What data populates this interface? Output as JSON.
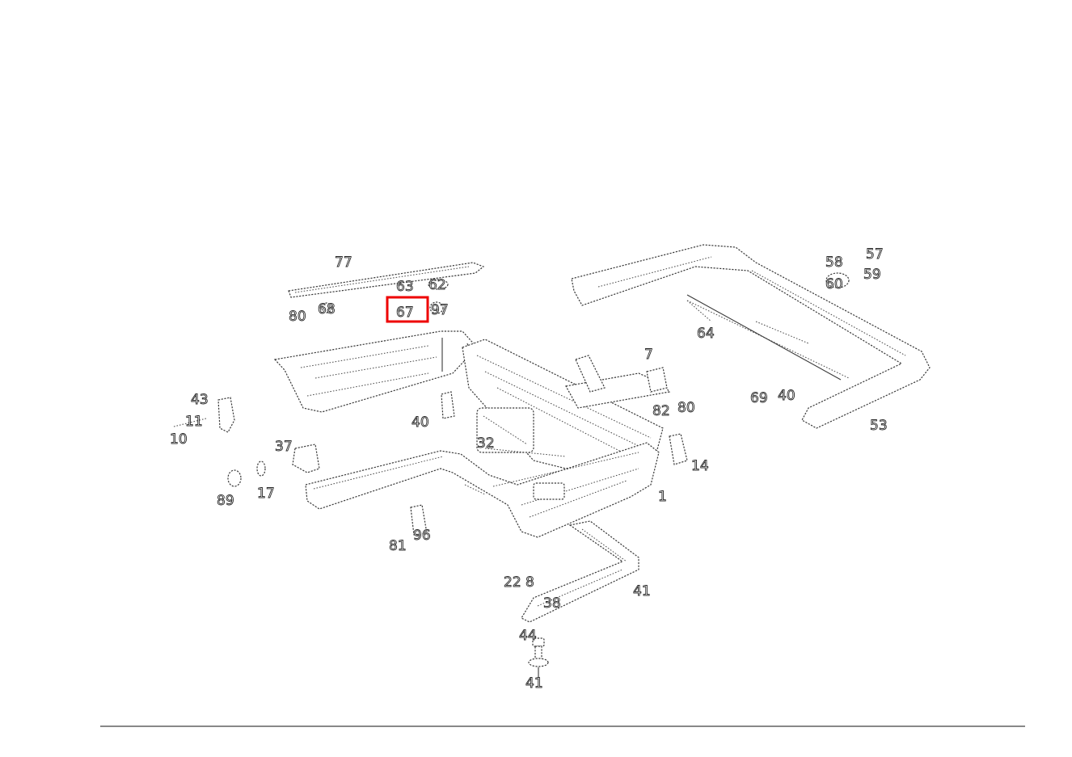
{
  "highlight_color": "#ee0000",
  "highlighted_callout": "67",
  "callouts": {
    "c77": "77",
    "c63": "63",
    "c62": "62",
    "c80a": "80",
    "c68": "68",
    "c67": "67",
    "c97": "97",
    "c58": "58",
    "c57": "57",
    "c60": "60",
    "c59": "59",
    "c64": "64",
    "c69": "69",
    "c40a": "40",
    "c53": "53",
    "c7": "7",
    "c82": "82",
    "c80b": "80",
    "c43": "43",
    "c11": "11",
    "c10": "10",
    "c40b": "40",
    "c32": "32",
    "c37": "37",
    "c17": "17",
    "c89": "89",
    "c81": "81",
    "c96": "96",
    "c14": "14",
    "c1": "1",
    "c22": "22",
    "c8": "8",
    "c41a": "41",
    "c38": "38",
    "c41b": "41",
    "c44": "44"
  }
}
